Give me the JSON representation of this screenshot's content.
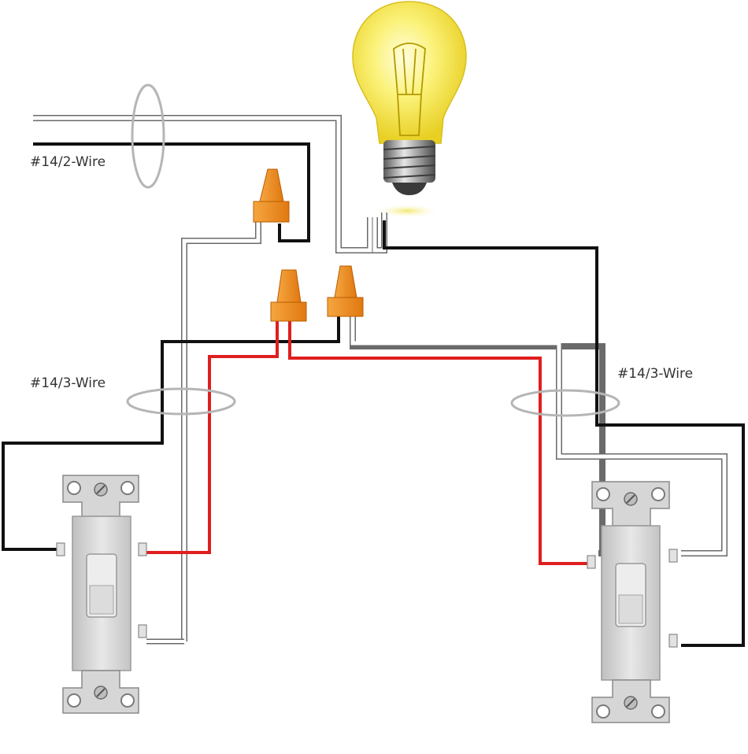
{
  "labels": {
    "main_cable": "#14/2-Wire",
    "left_cable": "#14/3-Wire",
    "right_cable": "#14/3-Wire"
  },
  "colors": {
    "hot_wire": "#111111",
    "neutral_wire": "#ffffff",
    "traveler_wire": "#e01e1e",
    "wire_nut": "#f28c1c",
    "bulb_glass": "#f6ec4a",
    "switch_body": "#d9d9d9",
    "cable_ring": "#b5b5b5"
  },
  "components": {
    "bulb": "light-bulb",
    "switches": [
      "three-way-switch",
      "three-way-switch"
    ],
    "wire_nuts": 3
  }
}
